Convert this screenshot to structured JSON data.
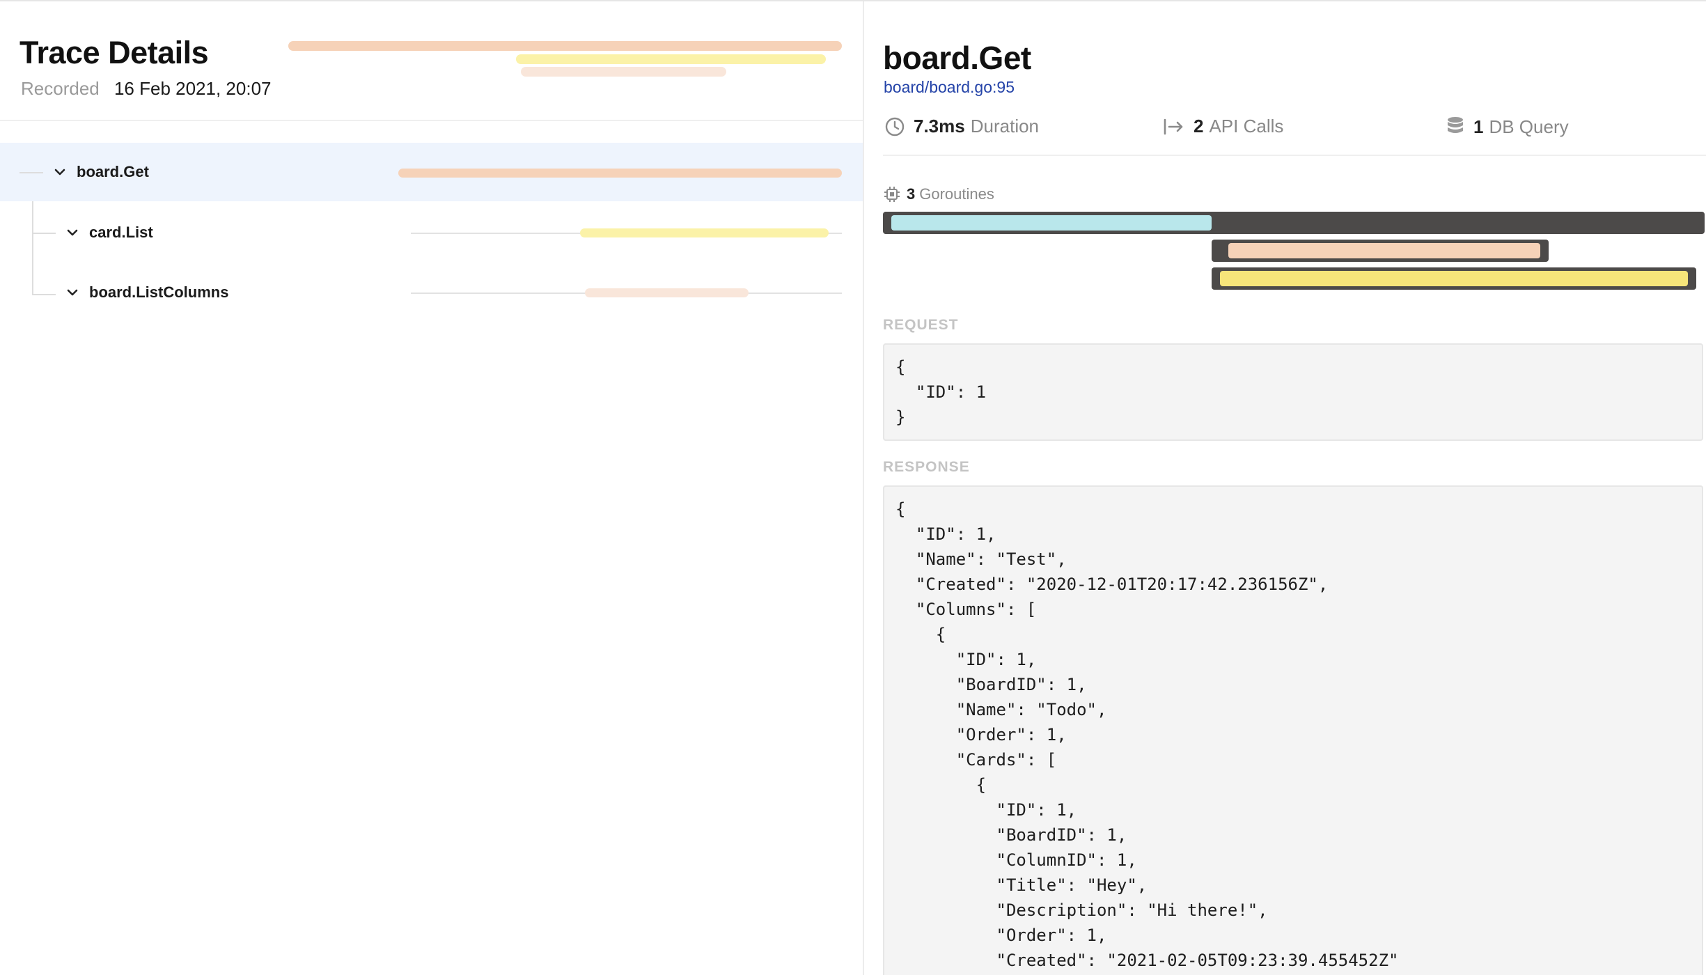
{
  "trace": {
    "title": "Trace Details",
    "recorded_label": "Recorded",
    "recorded_value": "16 Feb 2021, 20:07"
  },
  "tree": {
    "nodes": [
      {
        "label": "board.Get",
        "start": 0.0,
        "end": 1.0
      },
      {
        "label": "card.List",
        "start": 0.41,
        "end": 0.97
      },
      {
        "label": "board.ListColumns",
        "start": 0.42,
        "end": 0.79
      }
    ]
  },
  "detail": {
    "title": "board.Get",
    "location": "board/board.go:95",
    "stats": {
      "duration_value": "7.3ms",
      "duration_label": "Duration",
      "api_value": "2",
      "api_label": "API Calls",
      "db_value": "1",
      "db_label": "DB Query"
    },
    "goroutines": {
      "count": "3",
      "label": "Goroutines",
      "rows": [
        {
          "track_start": 0.0,
          "span_start": 0.01,
          "span_end": 0.4
        },
        {
          "track_start": 0.4,
          "track_end": 0.81,
          "span_start": 0.42,
          "span_end": 0.8
        },
        {
          "track_start": 0.4,
          "track_end": 0.99,
          "span_start": 0.41,
          "span_end": 0.98
        }
      ]
    },
    "request_label": "REQUEST",
    "request_lines": [
      "{",
      "  \"ID\": 1",
      "}"
    ],
    "response_label": "RESPONSE",
    "response_lines": [
      "{",
      "  \"ID\": 1,",
      "  \"Name\": \"Test\",",
      "  \"Created\": \"2020-12-01T20:17:42.236156Z\",",
      "  \"Columns\": [",
      "    {",
      "      \"ID\": 1,",
      "      \"BoardID\": 1,",
      "      \"Name\": \"Todo\",",
      "      \"Order\": 1,",
      "      \"Cards\": [",
      "        {",
      "          \"ID\": 1,",
      "          \"BoardID\": 1,",
      "          \"ColumnID\": 1,",
      "          \"Title\": \"Hey\",",
      "          \"Description\": \"Hi there!\",",
      "          \"Order\": 1,",
      "          \"Created\": \"2021-02-05T09:23:39.455452Z\""
    ]
  },
  "colors": {
    "span_orange": "#f6d2b8",
    "span_yellow": "#fbf2a8",
    "span_peach": "#f9e6da",
    "gor_cyan": "#b9e7eb",
    "gor_orange": "#f6d2b8",
    "gor_yellow": "#f6e57a",
    "gor_track": "#4c4a49"
  }
}
